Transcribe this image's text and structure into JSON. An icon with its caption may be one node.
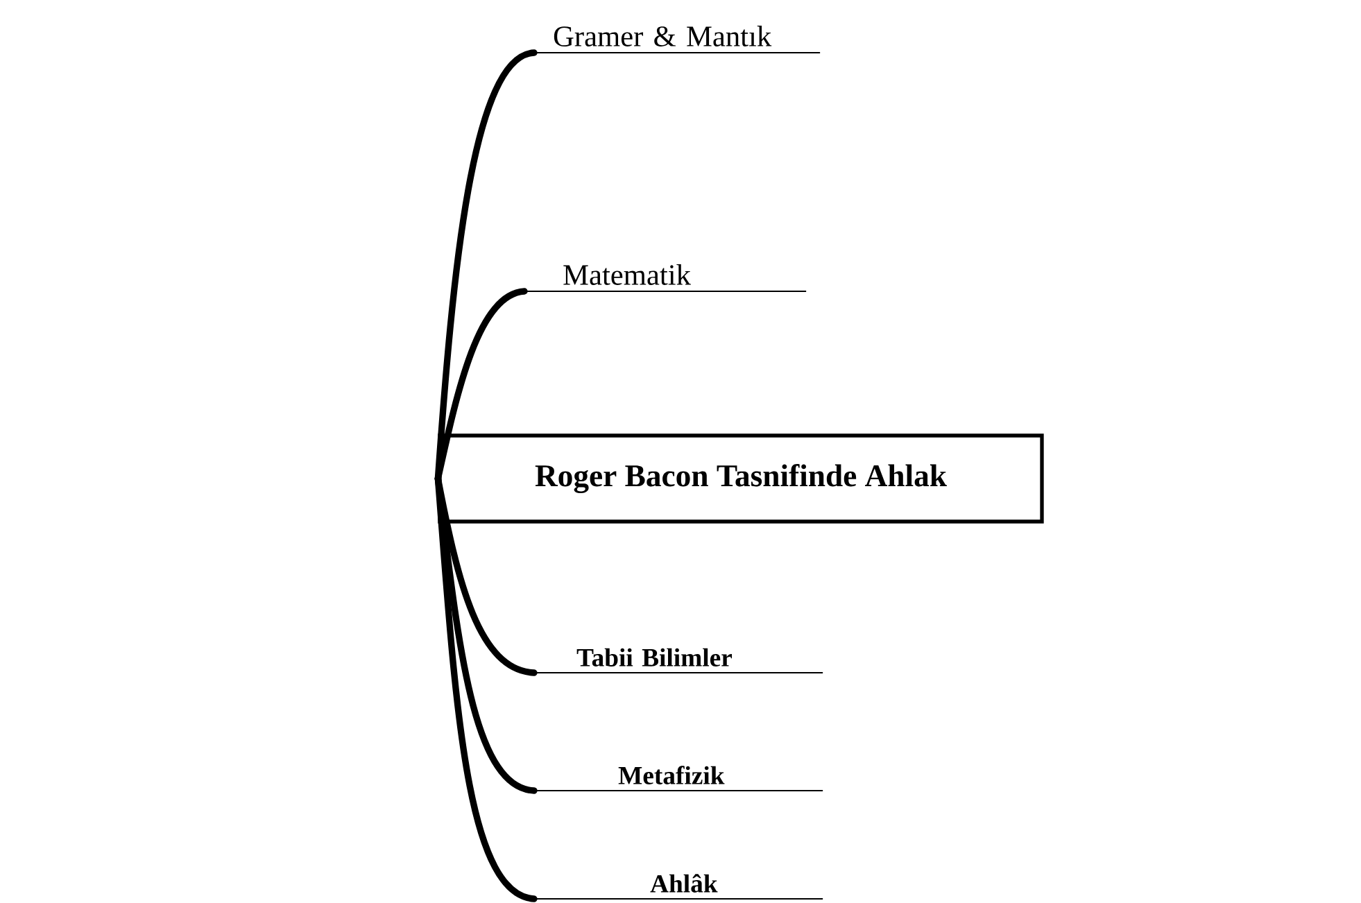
{
  "diagram": {
    "nodes": [
      {
        "text": [
          "Roger Bacon Tasnifinde Ahlak"
        ]
      },
      {
        "text": [
          "Gramer & Mantık"
        ]
      },
      {
        "text": [
          "Matematik"
        ]
      },
      {
        "text": [
          "Tabii Bilimler"
        ]
      },
      {
        "text": [
          "Metafizik"
        ]
      },
      {
        "text": [
          "Ahlâk"
        ]
      }
    ],
    "edges": [
      {
        "from": 0,
        "to": 1,
        "arrow": "none"
      },
      {
        "from": 0,
        "to": 2,
        "arrow": "none"
      },
      {
        "from": 0,
        "to": 3,
        "arrow": "none"
      },
      {
        "from": 0,
        "to": 4,
        "arrow": "none"
      },
      {
        "from": 0,
        "to": 5,
        "arrow": "none"
      }
    ]
  }
}
